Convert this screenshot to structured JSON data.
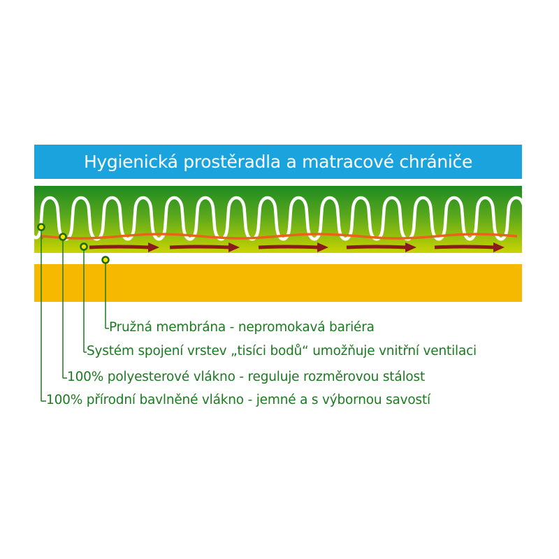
{
  "title": "Hygienická prostěradla a matracové chrániče",
  "layers": [
    {
      "id": "membrane",
      "label": "Pružná membrána - nepromokavá bariéra"
    },
    {
      "id": "bonding",
      "label": "Systém spojení vrstev  „tisíci bodů“ umožňuje vnitřní ventilaci"
    },
    {
      "id": "polyester",
      "label": "100% polyesterové vlákno - reguluje rozměrovou stálost"
    },
    {
      "id": "cotton",
      "label": "100% přírodní bavlněné vlákno - jemné a s výbornou savostí"
    }
  ],
  "colors": {
    "banner": "#1ba3dd",
    "fabric_top": "#1e8a22",
    "fabric_bottom": "#c9d400",
    "thread": "#e8641b",
    "arrows": "#8b1a1a",
    "membrane_band": "#f7b800",
    "label_text": "#1b7a1f"
  }
}
